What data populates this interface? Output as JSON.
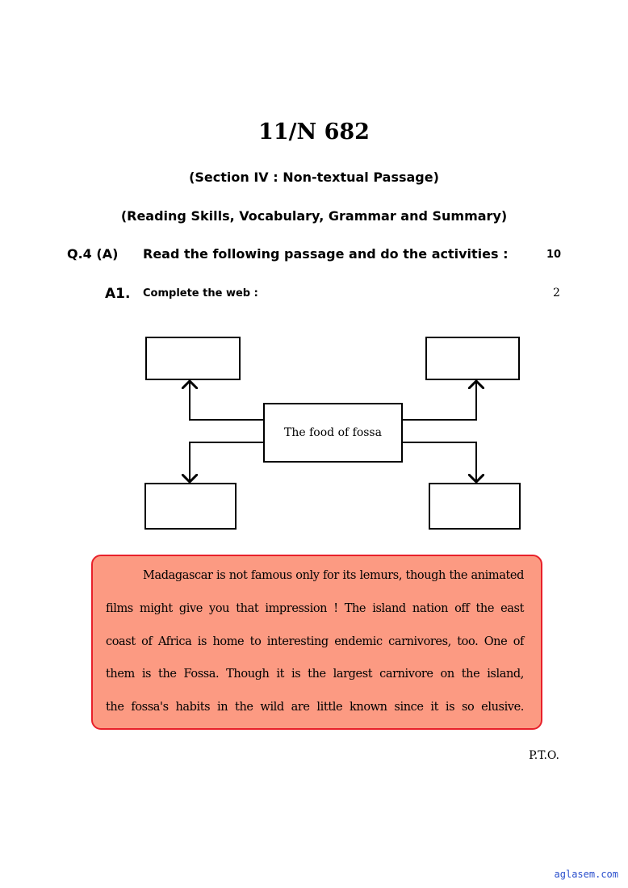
{
  "header": {
    "code": "11/N 682",
    "section": "(Section IV : Non-textual Passage)",
    "skills": "(Reading Skills, Vocabulary, Grammar and Summary)"
  },
  "question": {
    "number": "Q.4 (A)",
    "text": "Read the following passage and do the activities :",
    "marks": "10"
  },
  "activity": {
    "number": "A1.",
    "text": "Complete the web :",
    "marks": "2"
  },
  "web": {
    "center": "The food of fossa"
  },
  "passage": {
    "lines": [
      "Madagascar is not famous only for its lemurs, though the animated",
      "films might give you that impression ! The island nation off the east",
      "coast of Africa is home to interesting endemic carnivores, too. One of",
      "them is the Fossa. Though it is the largest carnivore on the island,",
      "the fossa's habits in the wild are little known since it is so elusive."
    ],
    "background": "#fc9a82",
    "border": "#e8202a"
  },
  "footer": {
    "pto": "P.T.O.",
    "watermark": "aglasem.com"
  }
}
